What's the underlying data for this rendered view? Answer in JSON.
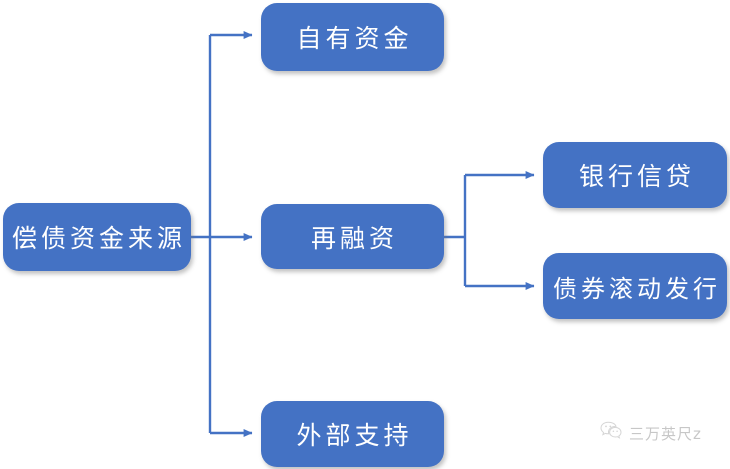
{
  "diagram": {
    "title": "偿债资金来源",
    "accent_color": "#4472C4",
    "connector_color": "#4472C4",
    "background_color": "#FFFFFF",
    "nodes": [
      {
        "id": "root",
        "label": "偿债资金来源",
        "level": 1
      },
      {
        "id": "own",
        "label": "自有资金",
        "level": 2
      },
      {
        "id": "refi",
        "label": "再融资",
        "level": 2
      },
      {
        "id": "external",
        "label": "外部支持",
        "level": 2
      },
      {
        "id": "bank",
        "label": "银行信贷",
        "level": 3
      },
      {
        "id": "bond",
        "label": "债券滚动发行",
        "level": 3
      }
    ],
    "edges": [
      {
        "from": "root",
        "to": "own"
      },
      {
        "from": "root",
        "to": "refi"
      },
      {
        "from": "root",
        "to": "external"
      },
      {
        "from": "refi",
        "to": "bank"
      },
      {
        "from": "refi",
        "to": "bond"
      }
    ]
  },
  "watermark": {
    "icon": "wechat-icon",
    "text": "三万英尺z"
  }
}
